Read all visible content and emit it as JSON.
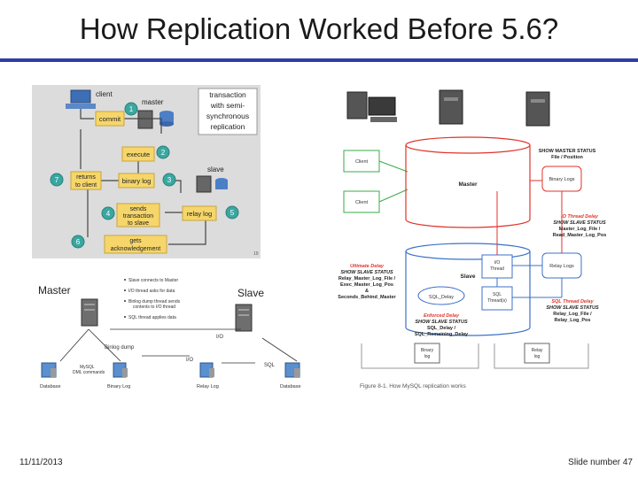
{
  "slide": {
    "title": "How Replication Worked Before 5.6?",
    "date": "11/11/2013",
    "slide_number": "Slide number 47"
  },
  "diagram1": {
    "client": "client",
    "master": "master",
    "slave": "slave",
    "note": [
      "transaction",
      "with semi-",
      "synchronous",
      "replication"
    ],
    "commit": "commit",
    "execute": "execute",
    "returns": [
      "returns",
      "to client"
    ],
    "binary_log": "binary log",
    "sends": [
      "sends",
      "transaction",
      "to slave"
    ],
    "relay_log": "relay log",
    "gets_ack": [
      "gets",
      "acknowledgement"
    ],
    "steps": [
      "1",
      "2",
      "3",
      "4",
      "5",
      "6",
      "7"
    ],
    "corner": "19"
  },
  "diagram2": {
    "master": "Master",
    "slave": "Slave",
    "bullets": [
      "Slave connects to Master",
      "I/O thread asks for data",
      "Binlog dump thread sends",
      "contents to I/O thread",
      "SQL thread applies data"
    ],
    "io_top": "I/O",
    "binlog_dump": "Binlog dump",
    "io_mid": "I/O",
    "sql": "SQL",
    "mysql": "MySQL",
    "dml": "DML commands",
    "database_left": "Database",
    "binary_log": "Binary Log",
    "relay_log": "Relay Log",
    "database_right": "Database"
  },
  "diagram3": {
    "client": "Client",
    "master": "Master",
    "slave": "Slave",
    "show_master_status": [
      "SHOW MASTER STATUS",
      "File / Position"
    ],
    "binary_logs": "Binary Logs",
    "relay_logs": "Relay Logs",
    "io_thread_delay": "IO Thread Delay",
    "io_show_slave": [
      "SHOW SLAVE STATUS",
      "Master_Log_File /",
      "Read_Master_Log_Pos"
    ],
    "io_thread": [
      "I/O",
      "Thread"
    ],
    "sql_thread": [
      "SQL",
      "Thread(s)"
    ],
    "sql_delay": "SQL_Delay",
    "ultimate_delay": "Ultimate Delay",
    "ultimate_show": [
      "SHOW SLAVE STATUS",
      "Relay_Master_Log_File /",
      "Exec_Master_Log_Pos",
      "&",
      "Seconds_Behind_Master"
    ],
    "sql_thread_delay": "SQL Thread Delay",
    "sql_show": [
      "SHOW SLAVE STATUS",
      "Relay_Log_File /",
      "Relay_Log_Pos"
    ],
    "enforced_delay": "Enforced Delay",
    "enforced_show": [
      "SHOW SLAVE STATUS",
      "SQL_Delay /",
      "SQL_Remaining_Delay"
    ],
    "bin_log": [
      "Binary",
      "log"
    ],
    "relay_log_small": [
      "Relay",
      "log"
    ],
    "caption": "Figure 8-1. How MySQL replication works"
  },
  "colors": {
    "accent_rule": "#2f3ea6",
    "panel1_bg": "#dcdcdc",
    "box_yellow": "#f6d66a",
    "step_teal": "#3aa7a1",
    "red": "#e0332b",
    "green": "#3aab48",
    "blue": "#3c72c9"
  }
}
